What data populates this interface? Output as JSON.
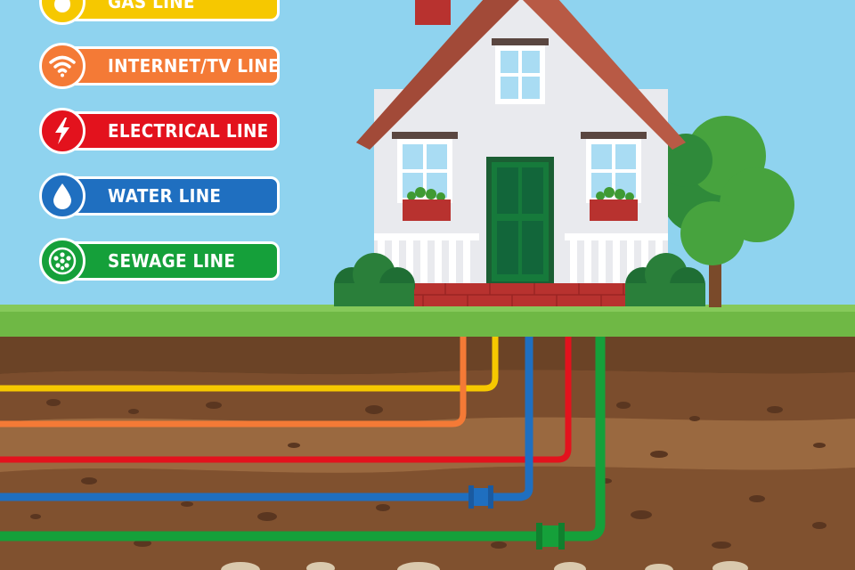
{
  "legend": [
    {
      "label": "GAS LINE",
      "color": "#f6c800",
      "icon": "flame-icon"
    },
    {
      "label": "INTERNET/TV LINE",
      "color": "#f47a36",
      "icon": "wifi-icon"
    },
    {
      "label": "ELECTRICAL LINE",
      "color": "#e3121d",
      "icon": "lightning-icon"
    },
    {
      "label": "WATER LINE",
      "color": "#1f6fc0",
      "icon": "water-drop-icon"
    },
    {
      "label": "SEWAGE LINE",
      "color": "#15a03a",
      "icon": "sewage-grate-icon"
    }
  ],
  "colors": {
    "sky": "#8fd3ef",
    "grass": "#6fb845",
    "soil_dark": "#6b4326",
    "soil_mid": "#8a5a35",
    "roof": "#b85a45",
    "wall": "#e9eaee",
    "door": "#167a3b",
    "brick": "#b8322f"
  }
}
